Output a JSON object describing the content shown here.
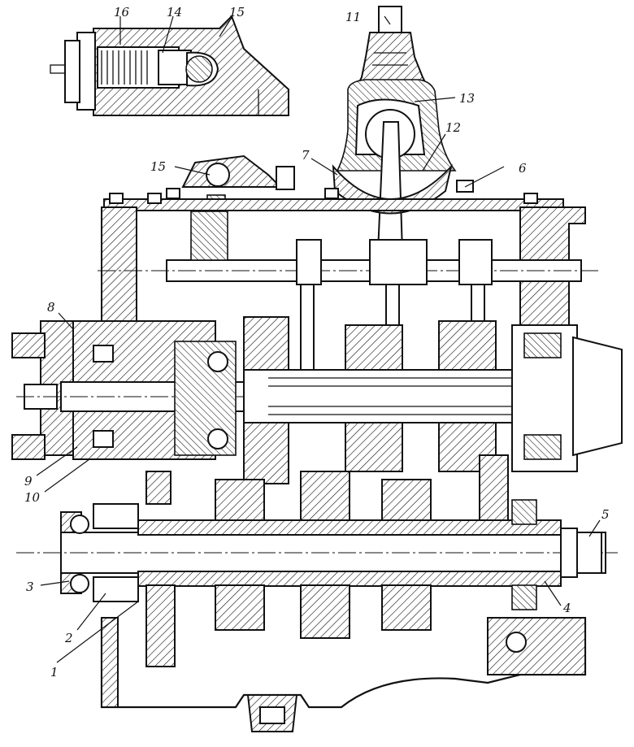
{
  "drawing": {
    "kind": "gearbox cross-section",
    "line_color": "#111111",
    "background": "#ffffff"
  },
  "callouts": [
    "1",
    "2",
    "3",
    "4",
    "5",
    "6",
    "7",
    "8",
    "9",
    "10",
    "11",
    "12",
    "13",
    "14",
    "15",
    "15",
    "16"
  ]
}
